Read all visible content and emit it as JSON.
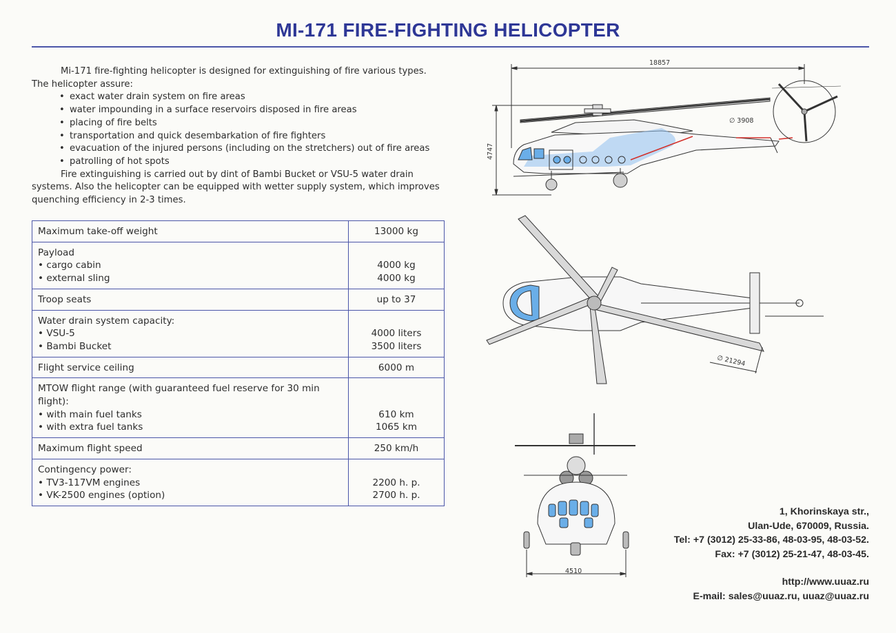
{
  "title": "MI-171 FIRE-FIGHTING HELICOPTER",
  "intro": {
    "paragraph1": "Mi-171 fire-fighting helicopter is designed for extinguishing of fire various types.  The helicopter assure:",
    "bullets": [
      "exact water drain system on fire areas",
      "water impounding in a surface reservoirs disposed in fire areas",
      "placing of fire belts",
      "transportation and quick desembarkation of fire fighters",
      "evacuation of the injured persons (including on the stretchers) out of fire areas",
      "patrolling of hot spots"
    ],
    "paragraph2": "Fire extinguishing is carried out by dint of Bambi Bucket or VSU-5 water drain systems. Also the helicopter can be equipped with wetter supply system, which improves quenching efficiency in 2-3 times."
  },
  "specs": [
    {
      "label": [
        "Maximum take-off weight"
      ],
      "value": [
        "13000 kg"
      ]
    },
    {
      "label": [
        "Payload",
        "• cargo cabin",
        "• external sling"
      ],
      "value": [
        "4000 kg",
        "4000 kg"
      ]
    },
    {
      "label": [
        "Troop seats"
      ],
      "value": [
        "up to 37"
      ]
    },
    {
      "label": [
        "Water drain system capacity:",
        "• VSU-5",
        "• Bambi Bucket"
      ],
      "value": [
        "4000 liters",
        "3500 liters"
      ]
    },
    {
      "label": [
        "Flight service ceiling"
      ],
      "value": [
        "6000 m"
      ]
    },
    {
      "label": [
        "MTOW flight range (with guaranteed fuel reserve for 30 min flight):",
        "• with main fuel tanks",
        "• with extra fuel tanks"
      ],
      "value": [
        "610 km",
        "1065 km"
      ]
    },
    {
      "label": [
        "Maximum flight speed"
      ],
      "value": [
        "250 km/h"
      ]
    },
    {
      "label": [
        "Contingency power:",
        "• TV3-117VM engines",
        "• VK-2500 engines (option)"
      ],
      "value": [
        "2200 h. p.",
        "2700 h. p."
      ]
    }
  ],
  "drawings": {
    "side_length": "18857",
    "side_height": "4747",
    "tail_rotor_diameter": "∅ 3908",
    "main_rotor_diameter": "∅ 21294",
    "front_width": "4510"
  },
  "contact": {
    "address1": "1, Khorinskaya str.,",
    "address2": "Ulan-Ude, 670009, Russia.",
    "tel": "Tel: +7 (3012) 25-33-86, 48-03-95, 48-03-52.",
    "fax": "Fax: +7 (3012) 25-21-47, 48-03-45.",
    "web": "http://www.uuaz.ru",
    "email": "E-mail: sales@uuaz.ru, uuaz@uuaz.ru"
  },
  "colors": {
    "title": "#2e3796",
    "rule": "#4a55a8",
    "accent_blue": "#6aaee8",
    "accent_red": "#d2302a"
  }
}
